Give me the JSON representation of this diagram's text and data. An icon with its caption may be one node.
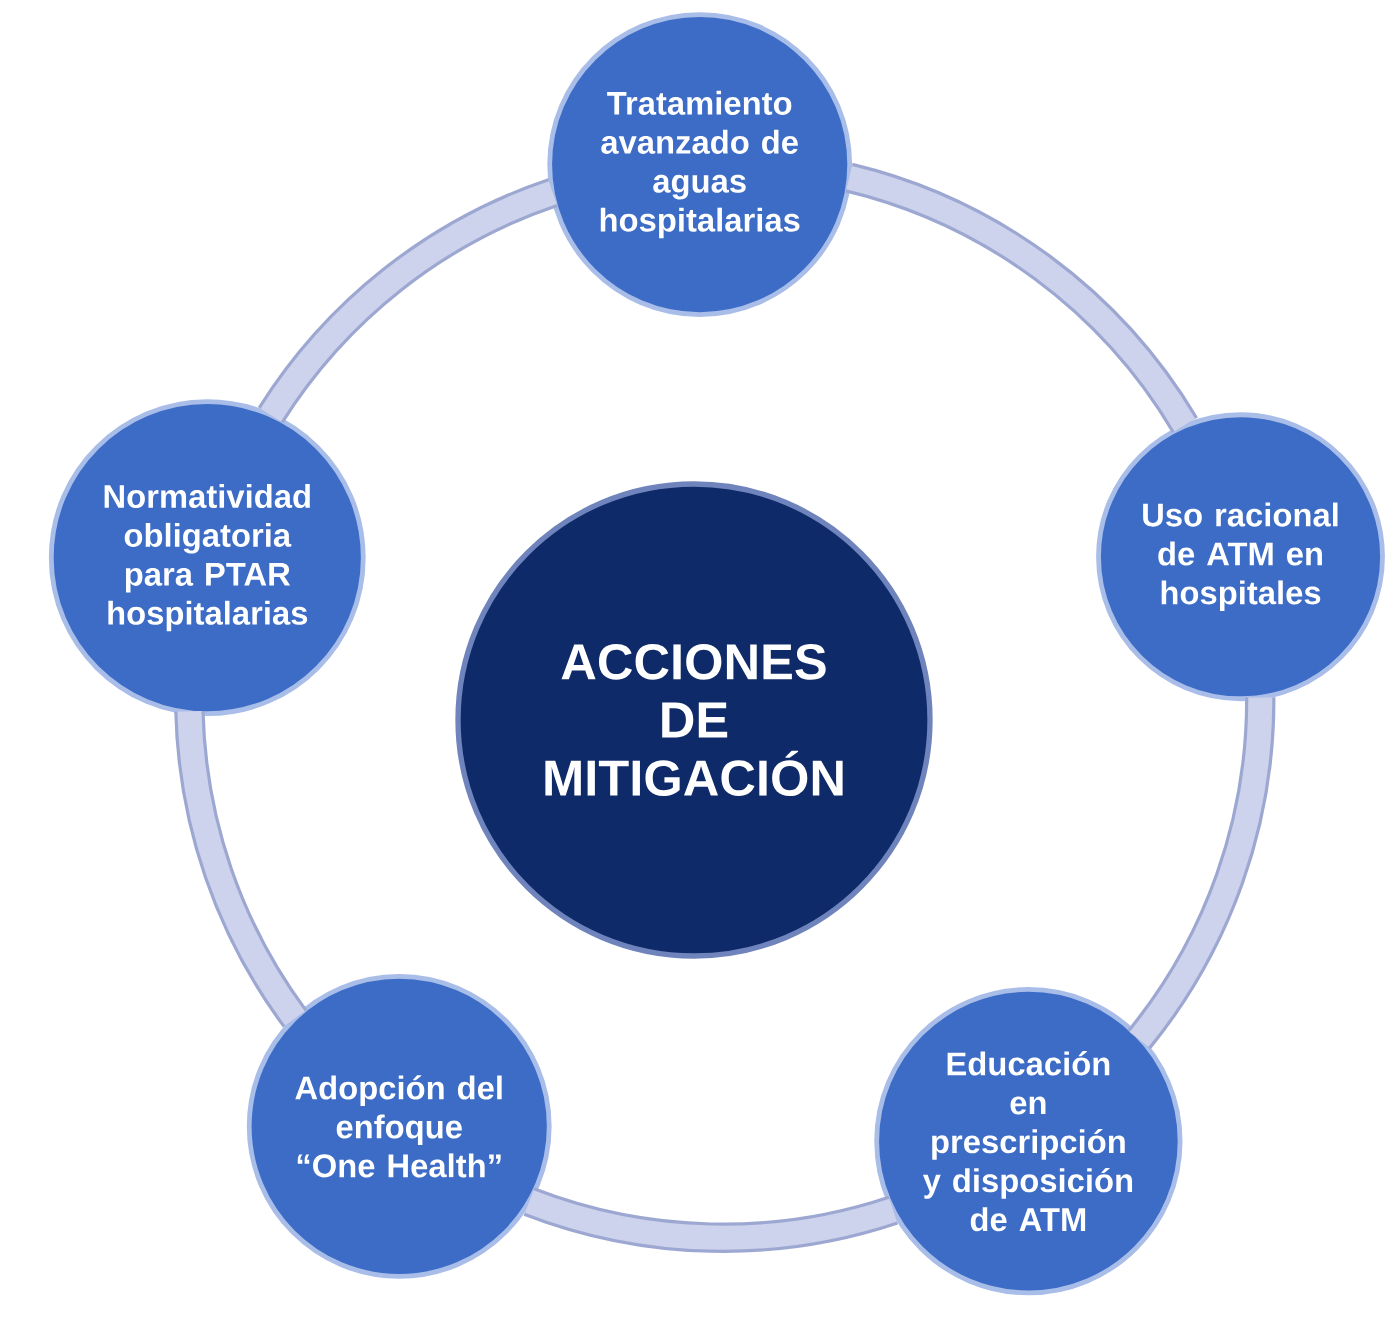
{
  "diagram": {
    "nodes": [
      {
        "text": [
          "Tratamiento avanzado de aguas hospitalarias"
        ]
      },
      {
        "text": [
          "Uso racional de ATM en hospitales"
        ]
      },
      {
        "text": [
          "Educación en prescripción y disposición de ATM"
        ]
      },
      {
        "text": [
          "Adopción del enfoque “One Health”"
        ]
      },
      {
        "text": [
          "Normatividad obligatoria para PTAR hospitalarias"
        ]
      },
      {
        "text": [
          "ACCIONES DE MITIGACIÓN"
        ]
      }
    ],
    "edges": [
      {
        "from": 0,
        "to": 1,
        "arrow": "none"
      },
      {
        "from": 1,
        "to": 2,
        "arrow": "none"
      },
      {
        "from": 2,
        "to": 3,
        "arrow": "none"
      },
      {
        "from": 3,
        "to": 4,
        "arrow": "none"
      },
      {
        "from": 4,
        "to": 0,
        "arrow": "none"
      }
    ]
  }
}
